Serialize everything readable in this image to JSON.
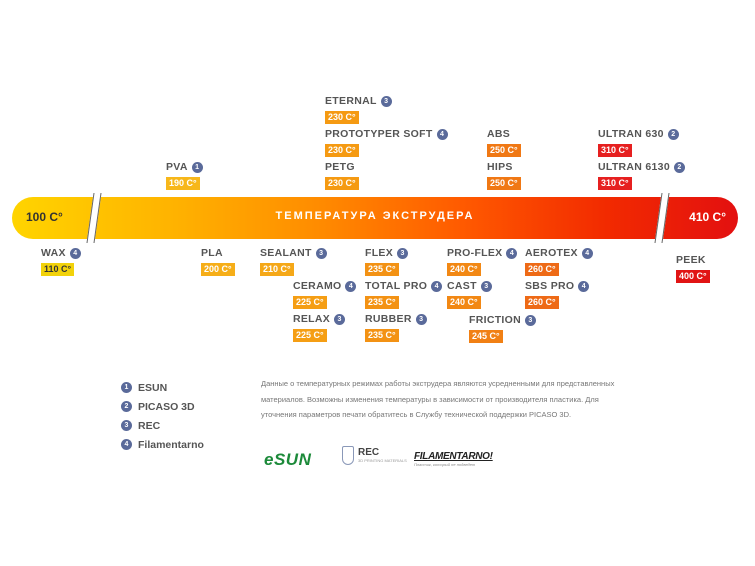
{
  "scale": {
    "title": "ТЕМПЕРАТУРА ЭКСТРУДЕРА",
    "min_label": "100 C°",
    "max_label": "410 C°"
  },
  "colors": {
    "gradient_start": "#ffd400",
    "gradient_end": "#e31010",
    "source_badge": "#5a6a9a"
  },
  "materials": [
    {
      "name": "ETERNAL",
      "source": "3",
      "temp": "230 C°",
      "color": "#f59a12"
    },
    {
      "name": "PROTOTYPER SOFT",
      "source": "4",
      "temp": "230 C°",
      "color": "#f59a12"
    },
    {
      "name": "PETG",
      "source": "",
      "temp": "230 C°",
      "color": "#f59a12"
    },
    {
      "name": "PVA",
      "source": "1",
      "temp": "190 C°",
      "color": "#f7b71a"
    },
    {
      "name": "ABS",
      "source": "",
      "temp": "250 C°",
      "color": "#f07814"
    },
    {
      "name": "HIPS",
      "source": "",
      "temp": "250 C°",
      "color": "#f07814"
    },
    {
      "name": "ULTRAN 630",
      "source": "2",
      "temp": "310 C°",
      "color": "#e62020"
    },
    {
      "name": "ULTRAN 6130",
      "source": "2",
      "temp": "310 C°",
      "color": "#e62020"
    },
    {
      "name": "WAX",
      "source": "4",
      "temp": "110 C°",
      "color": "#f2d20a"
    },
    {
      "name": "PLA",
      "source": "",
      "temp": "200 C°",
      "color": "#f6ae18"
    },
    {
      "name": "SEALANT",
      "source": "3",
      "temp": "210 C°",
      "color": "#f5a818"
    },
    {
      "name": "CERAMO",
      "source": "4",
      "temp": "225 C°",
      "color": "#f59e14"
    },
    {
      "name": "RELAX",
      "source": "3",
      "temp": "225 C°",
      "color": "#f59e14"
    },
    {
      "name": "FLEX",
      "source": "3",
      "temp": "235 C°",
      "color": "#f39214"
    },
    {
      "name": "TOTAL PRO",
      "source": "4",
      "temp": "235 C°",
      "color": "#f39214"
    },
    {
      "name": "RUBBER",
      "source": "3",
      "temp": "235 C°",
      "color": "#f39214"
    },
    {
      "name": "PRO-FLEX",
      "source": "4",
      "temp": "240 C°",
      "color": "#f28814"
    },
    {
      "name": "CAST",
      "source": "3",
      "temp": "240 C°",
      "color": "#f28814"
    },
    {
      "name": "FRICTION",
      "source": "3",
      "temp": "245 C°",
      "color": "#f18014"
    },
    {
      "name": "AEROTEX",
      "source": "4",
      "temp": "260 C°",
      "color": "#ee6a16"
    },
    {
      "name": "SBS PRO",
      "source": "4",
      "temp": "260 C°",
      "color": "#ee6a16"
    },
    {
      "name": "PEEK",
      "source": "",
      "temp": "400 C°",
      "color": "#e11414"
    }
  ],
  "legend": [
    {
      "num": "1",
      "label": "ESUN"
    },
    {
      "num": "2",
      "label": "PICASO 3D"
    },
    {
      "num": "3",
      "label": "REC"
    },
    {
      "num": "4",
      "label": "Filamentarno"
    }
  ],
  "disclaimer": "Данные о температурных режимах работы экструдера являются усредненными для представленных материалов. Возможны изменения температуры в зависимости от производителя пластика. Для уточнения параметров печати обратитесь в Службу технической поддержки PICASO 3D.",
  "logos": {
    "esun": "eSUN",
    "rec": "REC",
    "rec_sub": "3D PRINTING MATERIALS",
    "filamentarno": "FILAMENTARNO!",
    "filamentarno_sub": "Пластик, который не подведет"
  }
}
